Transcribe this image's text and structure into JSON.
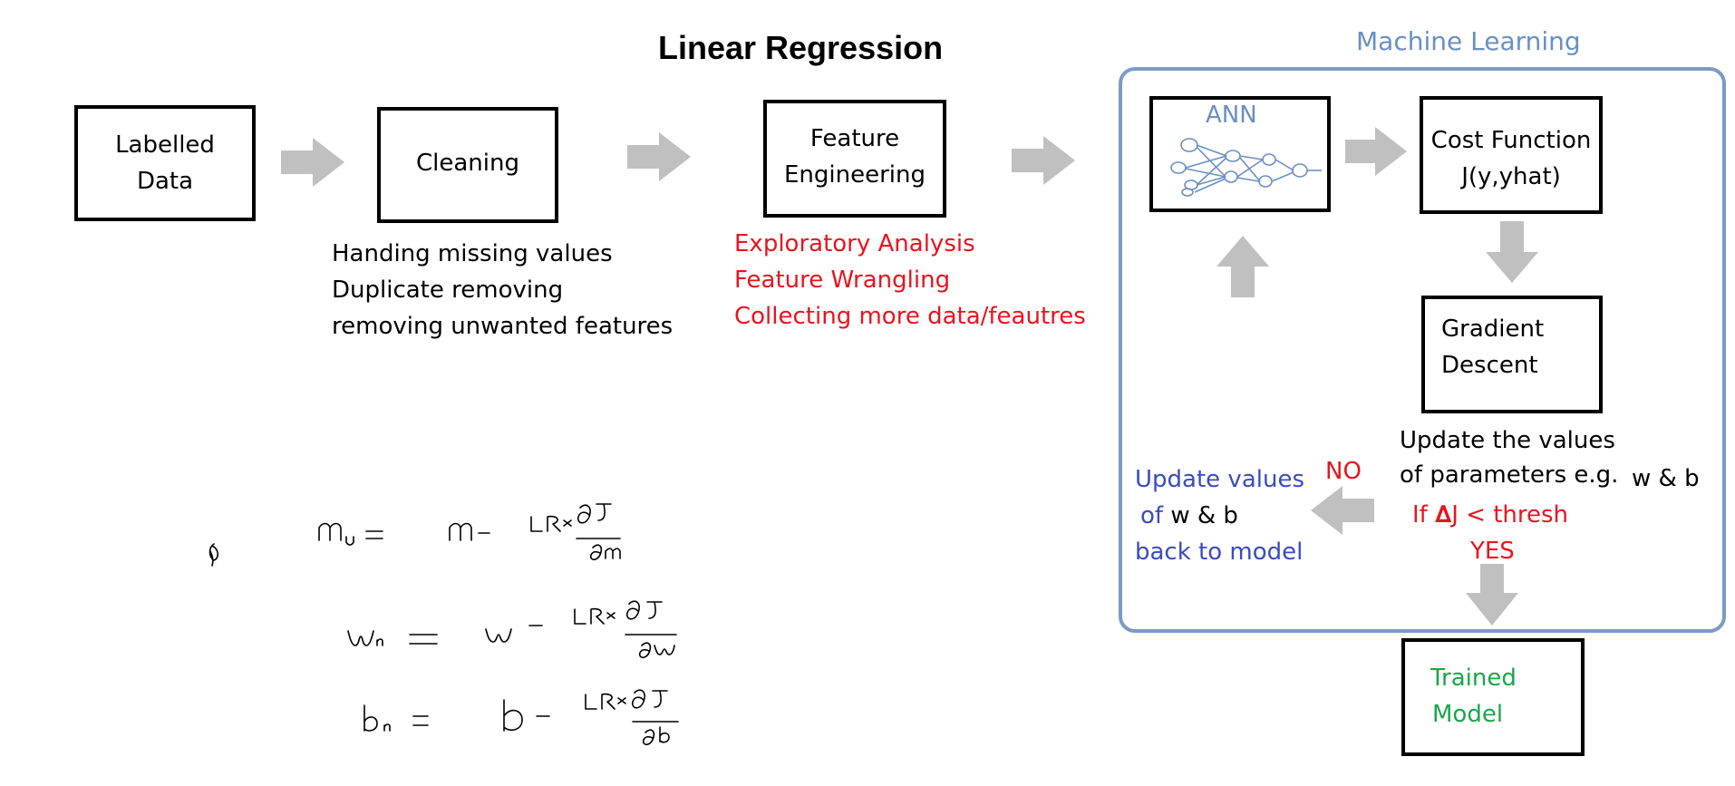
{
  "title": "Linear Regression",
  "machine_learning": {
    "label": "Machine Learning"
  },
  "boxes": {
    "labelled_data": [
      "Labelled",
      "Data"
    ],
    "cleaning": "Cleaning",
    "feature_engineering": [
      "Feature",
      "Engineering"
    ],
    "ann": "ANN",
    "cost_function": [
      "Cost Function",
      "J(y,yhat)"
    ],
    "gradient_descent": [
      "Gradient",
      "Descent"
    ],
    "trained_model": [
      "Trained",
      "Model"
    ]
  },
  "cleaning_notes": [
    "Handing missing values",
    "Duplicate removing",
    "removing unwanted features"
  ],
  "feature_engineering_notes": [
    "Exploratory Analysis",
    "Feature Wrangling",
    "Collecting more data/feautres"
  ],
  "update_params": {
    "line1": "Update the values",
    "line2": "of parameters e.g.",
    "wb": "w & b"
  },
  "condition": {
    "prefix": "If ",
    "delta": "∆",
    "rest": "J < thresh",
    "yes": "YES",
    "no": "NO"
  },
  "update_back": {
    "line1": "Update values",
    "line2_prefix": "of ",
    "line2_wb": "w & b",
    "line3": "back to model"
  },
  "colors": {
    "arrow": "#c0c0c0",
    "red": "#e8141e",
    "blue": "#3b4bc0",
    "green": "#1aa64a",
    "frame": "#7d9ac6",
    "ann_label": "#6a8fc2"
  }
}
